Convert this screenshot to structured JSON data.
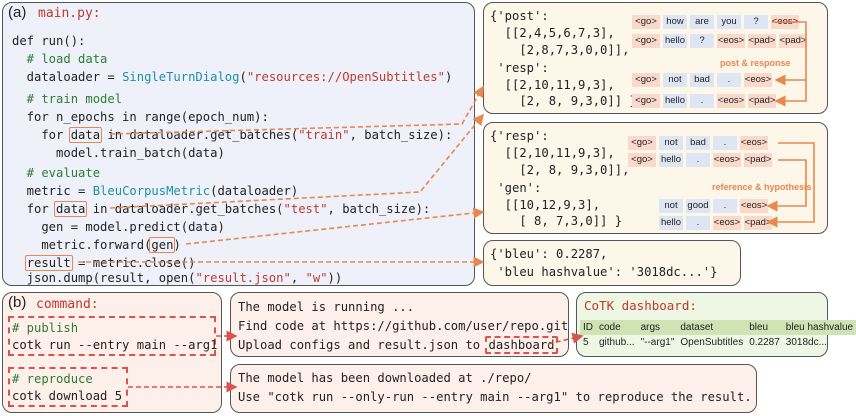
{
  "panel_a": {
    "label": "(a)",
    "filename": "main.py:",
    "code": [
      "def run():",
      "  # load data",
      "  dataloader = SingleTurnDialog(\"resources://OpenSubtitles\")",
      "  # train model",
      "  for n_epochs in range(epoch_num):",
      "    for data in dataloader.get_batches(\"train\", batch_size):",
      "      model.train_batch(data)",
      "  # evaluate",
      "  metric = BleuCorpusMetric(dataloader)",
      "  for data in dataloader.get_batches(\"test\", batch_size):",
      "    gen = model.predict(data)",
      "    metric.forward(gen)",
      "  result = metric.close()",
      "  json.dump(result, open(\"result.json\", \"w\"))"
    ]
  },
  "post_box": {
    "lines": [
      "{'post':",
      "  [[2,4,5,6,7,3],",
      "    [2,8,7,3,0,0]],",
      " 'resp':",
      "  [[2,10,11,9,3],",
      "    [2, 8, 9,3,0]] }"
    ],
    "rows": [
      [
        "<go>",
        "how",
        "are",
        "you",
        "?",
        "<eos>"
      ],
      [
        "<go>",
        "hello",
        "?",
        "<eos>",
        "<pad>",
        "<pad>"
      ],
      [
        "<go>",
        "not",
        "bad",
        ".",
        "<eos>"
      ],
      [
        "<go>",
        "hello",
        ".",
        "<eos>",
        "<pad>"
      ]
    ],
    "note": "post & response"
  },
  "resp_box": {
    "lines": [
      "{'resp':",
      "  [[2,10,11,9,3],",
      "    [2, 8, 9,3,0]],",
      " 'gen':",
      "  [[10,12,9,3],",
      "    [ 8, 7,3,0]] }"
    ],
    "rows": [
      [
        "<go>",
        "not",
        "bad",
        ".",
        "<eos>"
      ],
      [
        "<go>",
        "hello",
        ".",
        "<eos>",
        "<pad>"
      ],
      [
        "not",
        "good",
        ".",
        "<eos>"
      ],
      [
        "hello",
        ".",
        "<eos>",
        "<pad>"
      ]
    ],
    "note": "reference & hypothesis"
  },
  "bleu_box": {
    "lines": [
      "{'bleu': 0.2287,",
      " 'bleu hashvalue': '3018dc...'}"
    ]
  },
  "panel_b": {
    "label": "(b)",
    "command_title": "command:",
    "publish_comment": "# publish",
    "publish_cmd": "cotk run --entry main --arg1",
    "reproduce_comment": "# reproduce",
    "reproduce_cmd": "cotk download 5"
  },
  "output_run": {
    "lines": [
      "The model is running ...",
      "Find code at https://github.com/user/repo.git",
      "Upload configs and result.json to dashboard"
    ]
  },
  "output_download": {
    "lines": [
      "The model has been downloaded at ./repo/",
      "Use \"cotk run --only-run --entry main --arg1\" to reproduce the result."
    ]
  },
  "dashboard": {
    "title": "CoTK dashboard:",
    "headers": [
      "ID",
      "code",
      "args",
      "dataset",
      "bleu",
      "bleu hashvalue"
    ],
    "row": [
      "5",
      "github...",
      "\"--arg1\"",
      "OpenSubtitles",
      "0.2287",
      "3018dc..."
    ]
  }
}
